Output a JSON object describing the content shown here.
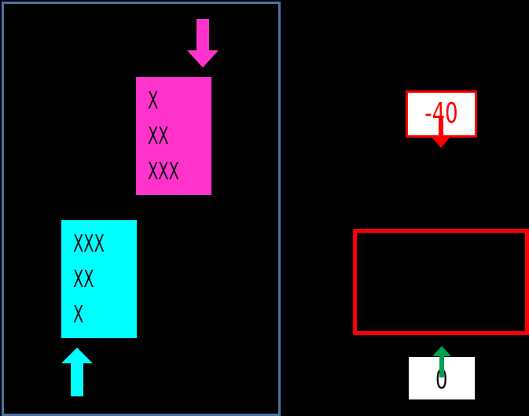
{
  "colors": {
    "background": "#000000",
    "panel_border": "#4a72a4",
    "magenta": "#ff33cc",
    "cyan": "#00ffff",
    "red": "#ff0000",
    "green": "#00a050",
    "white": "#ffffff"
  },
  "magenta_card": {
    "lines": [
      "X",
      "XX",
      "XXX"
    ]
  },
  "cyan_card": {
    "lines": [
      "XXX",
      "XX",
      "X"
    ]
  },
  "value_box": {
    "text": "-40"
  },
  "zero_box": {
    "text": "0"
  },
  "icons": {
    "magenta_arrow": "arrow-down-icon",
    "cyan_arrow": "arrow-up-icon",
    "red_arrow": "arrow-down-icon",
    "green_arrow": "arrow-up-icon"
  }
}
